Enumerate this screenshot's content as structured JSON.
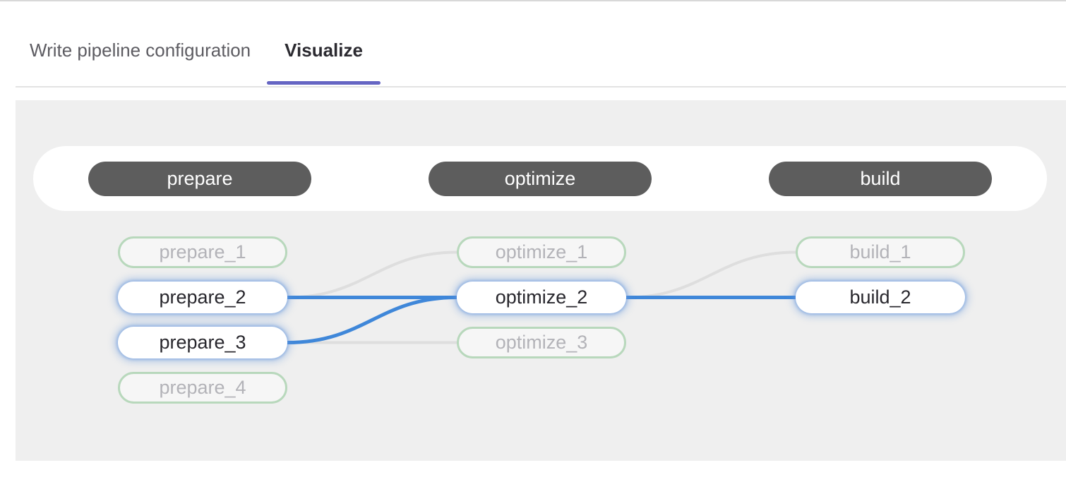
{
  "tabs": {
    "items": [
      {
        "label": "Write pipeline configuration",
        "active": false
      },
      {
        "label": "Visualize",
        "active": true
      }
    ]
  },
  "pipeline_graph": {
    "stages": [
      {
        "name": "prepare",
        "jobs": [
          {
            "name": "prepare_1",
            "state": "dimmed"
          },
          {
            "name": "prepare_2",
            "state": "highlighted"
          },
          {
            "name": "prepare_3",
            "state": "highlighted"
          },
          {
            "name": "prepare_4",
            "state": "dimmed"
          }
        ]
      },
      {
        "name": "optimize",
        "jobs": [
          {
            "name": "optimize_1",
            "state": "dimmed"
          },
          {
            "name": "optimize_2",
            "state": "highlighted"
          },
          {
            "name": "optimize_3",
            "state": "dimmed"
          }
        ]
      },
      {
        "name": "build",
        "jobs": [
          {
            "name": "build_1",
            "state": "dimmed"
          },
          {
            "name": "build_2",
            "state": "highlighted"
          }
        ]
      }
    ],
    "links": [
      {
        "from": "prepare_2",
        "to": "optimize_1",
        "highlighted": false
      },
      {
        "from": "prepare_2",
        "to": "optimize_2",
        "highlighted": true
      },
      {
        "from": "prepare_3",
        "to": "optimize_2",
        "highlighted": true
      },
      {
        "from": "prepare_3",
        "to": "optimize_3",
        "highlighted": false
      },
      {
        "from": "optimize_2",
        "to": "build_1",
        "highlighted": false
      },
      {
        "from": "optimize_2",
        "to": "build_2",
        "highlighted": true
      }
    ]
  },
  "colors": {
    "tab_indicator": "#6565c3",
    "link_highlight": "#3f87d9",
    "link_default": "#dedede",
    "stage_pill_bg": "#5d5d5d",
    "dimmed_border_green": "#b8d8bc",
    "panel_bg": "#efefef"
  }
}
